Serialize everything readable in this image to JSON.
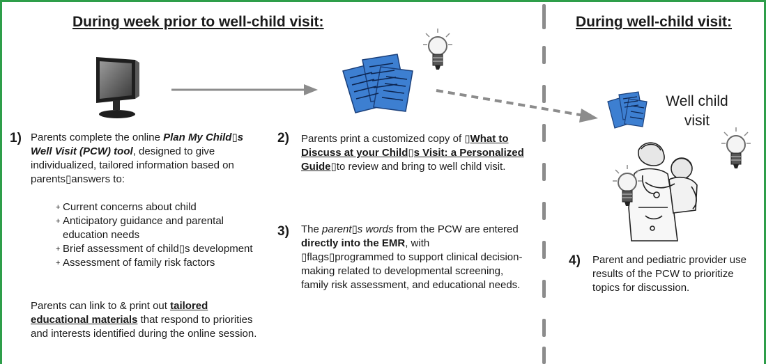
{
  "left_heading": "During week prior to well-child visit:",
  "right_heading": "During well-child visit:",
  "well_child_label_line1": "Well child",
  "well_child_label_line2": "visit",
  "step1": {
    "number": "1)",
    "intro": "Parents complete the online ",
    "tool_name": "Plan My Child▯s Well Visit (PCW) tool",
    "after_tool": ",  designed to give individualized, tailored information based on parents▯answers to:",
    "bullets": [
      "Current concerns about child",
      "Anticipatory guidance and parental education needs",
      "Brief assessment of child▯s development",
      "Assessment of family risk factors"
    ],
    "bullet_marker": "+",
    "link_intro": "Parents can link to & print out ",
    "link_text": "tailored educational materials",
    "link_after": " that respond to priorities and interests identified during the online session."
  },
  "step2": {
    "number": "2)",
    "intro": "Parents print a customized copy of ",
    "guide_title": "▯What to Discuss at your Child▯s Visit:  a Personalized Guide",
    "after": "▯to review and bring to well child visit."
  },
  "step3": {
    "number": "3)",
    "pre": "The ",
    "italic": "parent▯s words",
    "mid": " from the PCW are entered ",
    "bold": "directly into the EMR",
    "after": ", with ▯flags▯programmed to support clinical decision-making related to developmental screening, family risk assessment, and educational needs."
  },
  "step4": {
    "number": "4)",
    "text": "Parent and pediatric provider use results of the PCW to prioritize topics for discussion."
  },
  "icons": {
    "monitor": "computer-monitor-icon",
    "documents": "documents-icon",
    "lightbulb": "lightbulb-icon",
    "family": "family-clinician-icon"
  },
  "colors": {
    "frame": "#2e9e4a",
    "arrow": "#8c8c8c",
    "document_blue": "#3d7fd1"
  }
}
